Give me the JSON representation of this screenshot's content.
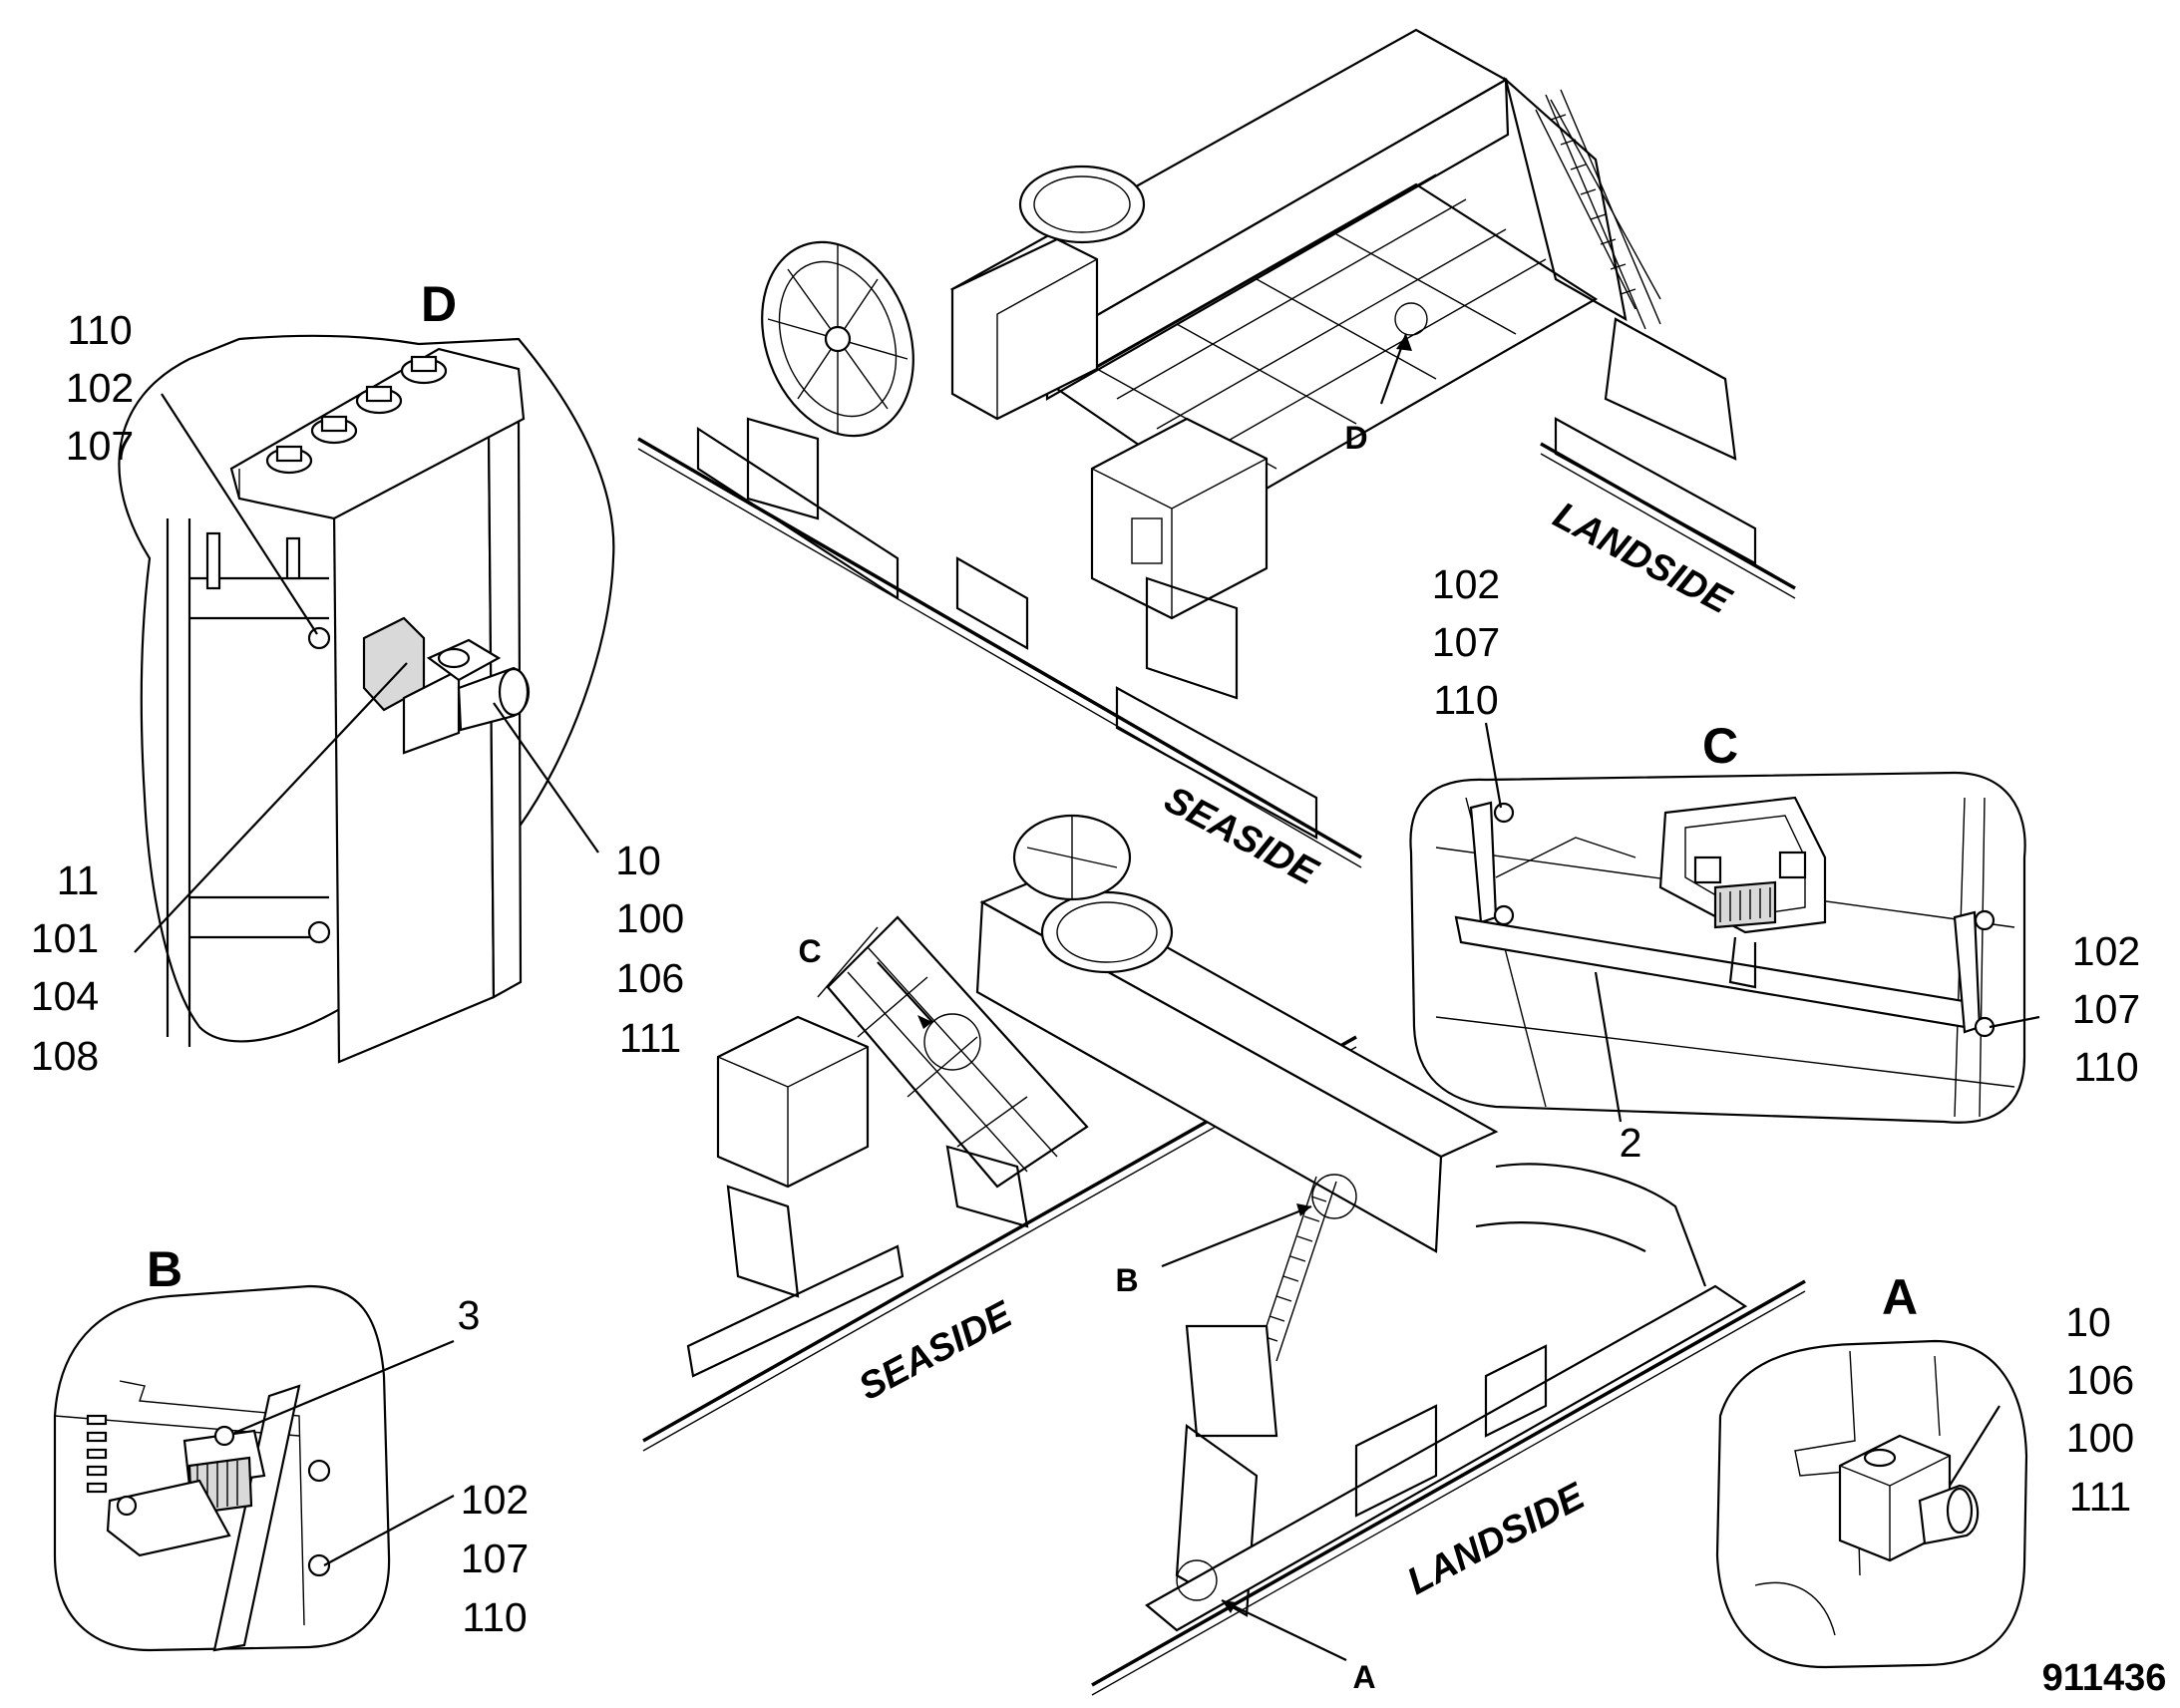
{
  "detail_d": {
    "letter": "D",
    "callout_top": [
      "110",
      "102",
      "107"
    ],
    "callout_left": [
      "11",
      "101",
      "104",
      "108"
    ],
    "callout_right": [
      "10",
      "100",
      "106",
      "111"
    ]
  },
  "detail_c": {
    "letter": "C",
    "callout_top": [
      "102",
      "107",
      "110"
    ],
    "callout_right": [
      "102",
      "107",
      "110"
    ],
    "callout_bottom": "2"
  },
  "detail_b": {
    "letter": "B",
    "callout_top": "3",
    "callout_right": [
      "102",
      "107",
      "110"
    ]
  },
  "detail_a": {
    "letter": "A",
    "callout_right": [
      "10",
      "106",
      "100",
      "111"
    ]
  },
  "view_top": {
    "marker_d": "D",
    "label_landside": "LANDSIDE",
    "label_seaside": "SEASIDE"
  },
  "view_bottom": {
    "marker_c": "C",
    "marker_b": "B",
    "marker_a": "A",
    "label_seaside": "SEASIDE",
    "label_landside": "LANDSIDE"
  },
  "figure_number": "911436"
}
